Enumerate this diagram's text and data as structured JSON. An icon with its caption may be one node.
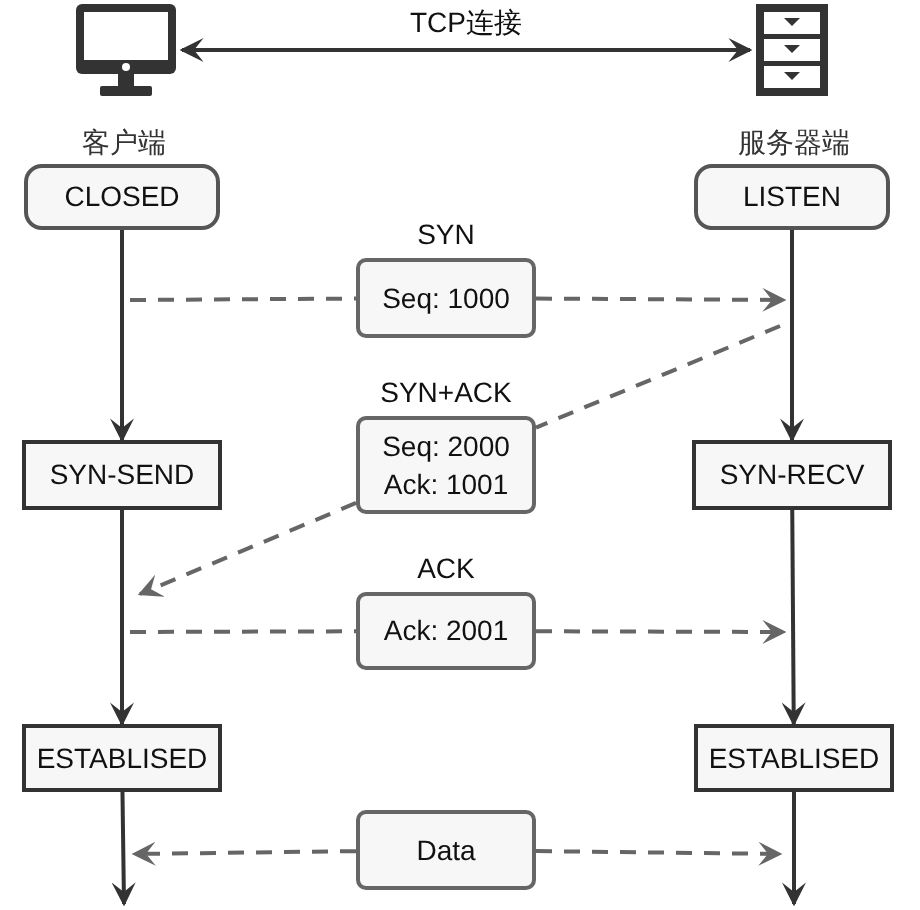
{
  "diagram": {
    "nodes": [
      {
        "text": [],
        "shape": "computer"
      },
      {
        "text": [],
        "shape": "server"
      },
      {
        "text": [
          "CLOSED"
        ]
      },
      {
        "text": [
          "LISTEN"
        ]
      },
      {
        "text": [
          "SYN-SEND"
        ]
      },
      {
        "text": [
          "SYN-RECV"
        ]
      },
      {
        "text": [
          "ESTABLISED"
        ]
      },
      {
        "text": [
          "ESTABLISED"
        ]
      },
      {
        "text": [
          "SYN",
          "Seq: 1000"
        ]
      },
      {
        "text": [
          "SYN+ACK",
          "Seq: 2000 Ack: 1001"
        ]
      },
      {
        "text": [
          "ACK",
          "Ack: 2001"
        ]
      },
      {
        "text": [
          "Data"
        ]
      }
    ],
    "edges": [
      {
        "from": 0,
        "to": 1,
        "arrow": "both",
        "label": "TCP连接"
      },
      {
        "from": 2,
        "to": 4,
        "arrow": "to"
      },
      {
        "from": 4,
        "to": 6,
        "arrow": "to"
      },
      {
        "from": 6,
        "to": null,
        "arrow": "to"
      },
      {
        "from": 3,
        "to": 5,
        "arrow": "to"
      },
      {
        "from": 5,
        "to": 7,
        "arrow": "to"
      },
      {
        "from": 7,
        "to": null,
        "arrow": "to"
      },
      {
        "from": null,
        "to": 8,
        "arrow": "none",
        "style": "dashed",
        "color": "#666666"
      },
      {
        "from": 8,
        "to": null,
        "arrow": "to",
        "style": "dashed",
        "color": "#666666"
      },
      {
        "from": null,
        "to": 9,
        "arrow": "none",
        "style": "dashed",
        "color": "#666666"
      },
      {
        "from": 9,
        "to": null,
        "arrow": "to",
        "style": "dashed",
        "color": "#666666"
      },
      {
        "from": null,
        "to": 10,
        "arrow": "none",
        "style": "dashed",
        "color": "#666666"
      },
      {
        "from": 10,
        "to": null,
        "arrow": "to",
        "style": "dashed",
        "color": "#666666"
      },
      {
        "from": 11,
        "to": null,
        "arrow": "to",
        "style": "dashed",
        "color": "#666666"
      },
      {
        "from": 11,
        "to": null,
        "arrow": "to",
        "style": "dashed",
        "color": "#666666"
      }
    ],
    "labels": [
      "客户端",
      "服务器端"
    ]
  }
}
